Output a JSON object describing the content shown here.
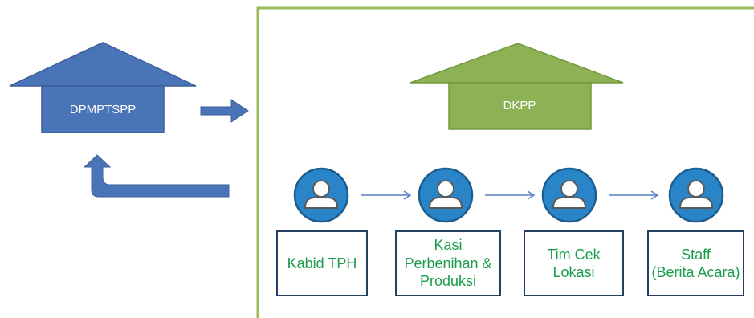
{
  "external_office": {
    "label": "DPMPTSPP",
    "color": "#4a74b8"
  },
  "department": {
    "label": "DKPP",
    "color": "#8db255",
    "frame_color": "#9bbb59"
  },
  "roles": [
    {
      "label": "Kabid TPH",
      "icon": "user-icon"
    },
    {
      "label": "Kasi\nPerbenihan &\nProduksi",
      "icon": "user-icon"
    },
    {
      "label": "Tim Cek\nLokasi",
      "icon": "user-icon"
    },
    {
      "label": "Staff\n(Berita Acara)",
      "icon": "user-icon"
    }
  ],
  "colors": {
    "role_text": "#1a9c4a",
    "box_border": "#243f60",
    "icon_fill": "#2a85c8",
    "arrow": "#5b7fc5"
  }
}
